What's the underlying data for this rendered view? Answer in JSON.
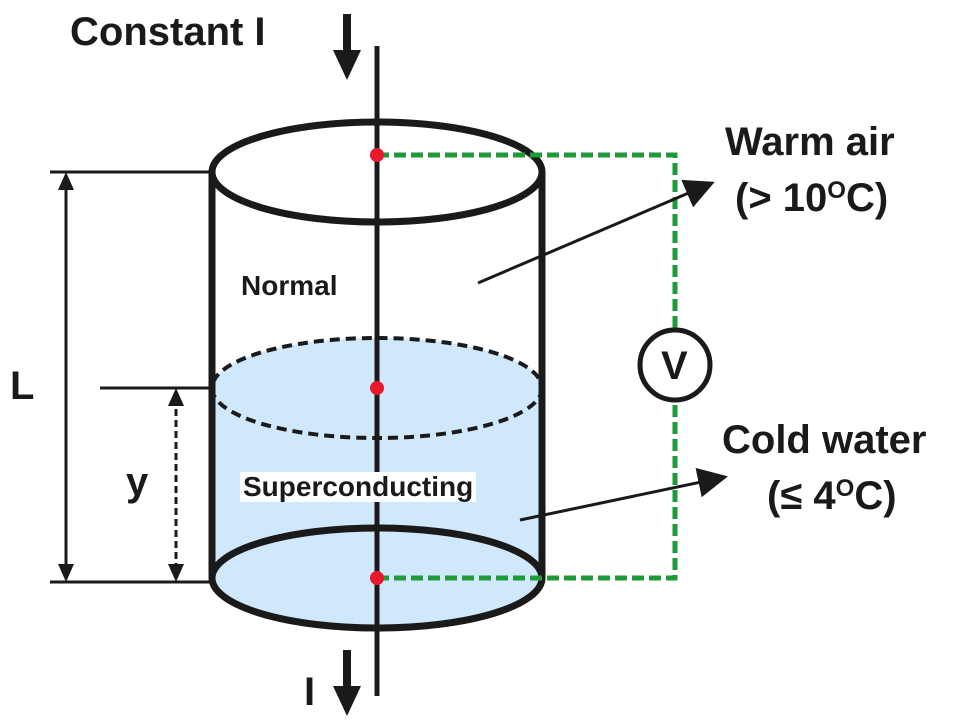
{
  "labels": {
    "current_in": "Constant I",
    "current_out": "I",
    "length": "L",
    "height": "y",
    "normal_region": "Normal",
    "sc_region": "Superconducting",
    "voltmeter": "V",
    "warm_title": "Warm air",
    "warm_prefix": "(> 10",
    "warm_sup": "O",
    "warm_suffix": "C)",
    "cold_title": "Cold water",
    "cold_prefix": "(≤ 4",
    "cold_sup": "O",
    "cold_suffix": "C)"
  },
  "colors": {
    "water_fill": "#cfe8fb",
    "wire": "#1a1a1a",
    "probe_lead": "#1f9a3a",
    "probe_dot": "#e8192c"
  }
}
